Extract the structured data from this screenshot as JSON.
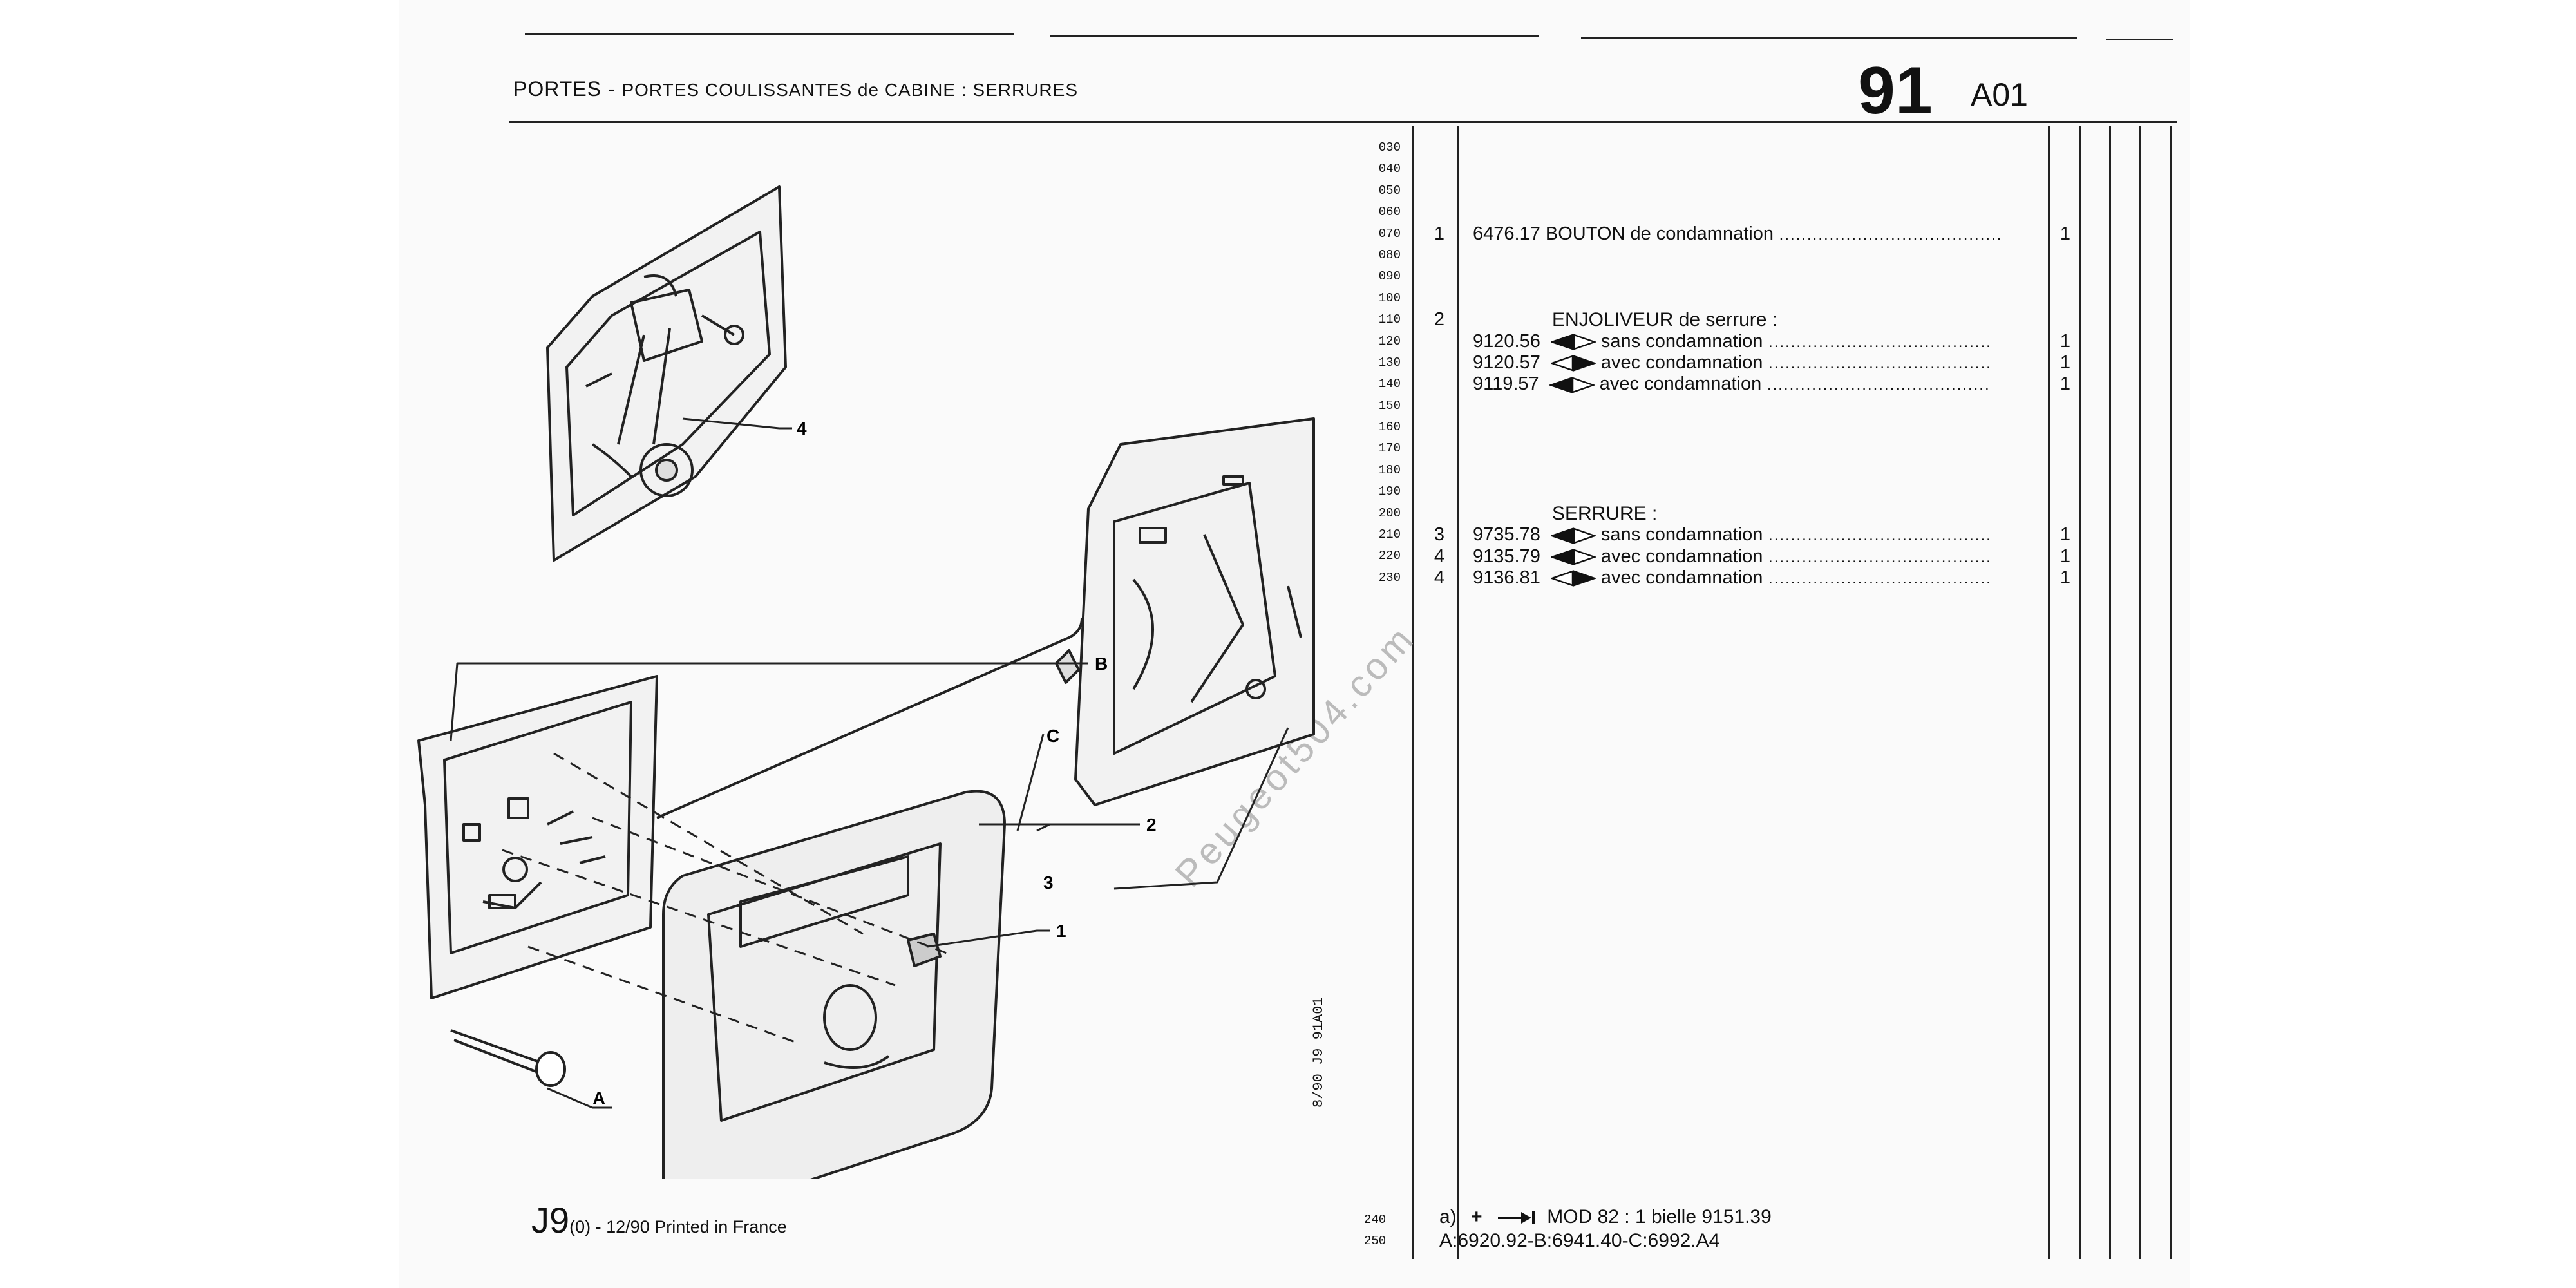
{
  "header": {
    "title_main": "PORTES",
    "title_sep": " - ",
    "title_rest": "PORTES COULISSANTES de CABINE : SERRURES",
    "page_number": "91",
    "section_code": "A01"
  },
  "line_codes": [
    "030",
    "040",
    "050",
    "060",
    "070",
    "080",
    "090",
    "100",
    "110",
    "120",
    "130",
    "140",
    "150",
    "160",
    "170",
    "180",
    "190",
    "200",
    "210",
    "220",
    "230"
  ],
  "parts": [
    {
      "item": "1",
      "ref": "6476.17",
      "desc": "BOUTON de condamnation",
      "qty": "1",
      "sym": "",
      "bold": true
    },
    {
      "item": "2",
      "ref": "",
      "desc": "ENJOLIVEUR de serrure :",
      "qty": "",
      "sym": "",
      "head": true
    },
    {
      "item": "",
      "ref": "9120.56",
      "desc": "sans condamnation",
      "qty": "1",
      "sym": "left"
    },
    {
      "item": "",
      "ref": "9120.57",
      "desc": "avec condamnation",
      "qty": "1",
      "sym": "right"
    },
    {
      "item": "",
      "ref": "9119.57",
      "desc": "avec condamnation",
      "qty": "1",
      "sym": "left"
    },
    {
      "item": "",
      "ref": "",
      "desc": "SERRURE :",
      "qty": "",
      "sym": "",
      "head": true
    },
    {
      "item": "3",
      "ref": "9735.78",
      "desc": "sans condamnation",
      "qty": "1",
      "sym": "left"
    },
    {
      "item": "4",
      "ref": "9135.79",
      "desc": "avec condamnation",
      "qty": "1",
      "sym": "left"
    },
    {
      "item": "4",
      "ref": "9136.81",
      "desc": "avec condamnation",
      "qty": "1",
      "sym": "right"
    }
  ],
  "callouts": {
    "n1": "1",
    "n2": "2",
    "n3": "3",
    "n4": "4",
    "A": "A",
    "B": "B",
    "C": "C"
  },
  "rotated_code": "8/90  J9  91A01",
  "footer": {
    "model": "J9",
    "sub": "(0) - 12/90 Printed in France"
  },
  "notes": {
    "code_240": "240",
    "code_250": "250",
    "line1_prefix": "a)",
    "line1_text": "MOD 82 : 1 bielle 9151.39",
    "line2_text": "A:6920.92-B:6941.40-C:6992.A4"
  },
  "watermark": "Peugeot504.com",
  "colors": {
    "ink": "#111111",
    "paper": "#fafafa"
  }
}
